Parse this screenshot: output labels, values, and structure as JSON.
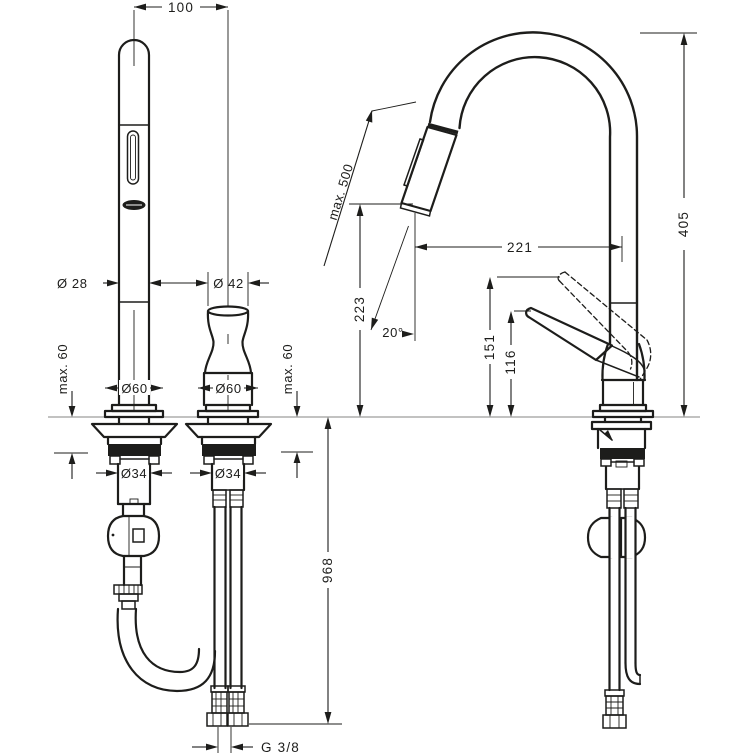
{
  "drawing": {
    "front_view": {
      "spout_spacing": "100",
      "spout_diameter": "Ø 28",
      "handle_diameter": "Ø 42",
      "spout_base_diameter": "Ø60",
      "handle_base_diameter": "Ø60",
      "spout_deck_thickness": "max. 60",
      "handle_deck_thickness": "max. 60",
      "spout_shank_diameter": "Ø34",
      "handle_shank_diameter": "Ø34",
      "hose_length": "968",
      "connection_thread": "G 3/8"
    },
    "side_view": {
      "pullout_length": "max. 500",
      "outlet_height": "223",
      "spray_angle": "20°",
      "spout_reach": "221",
      "total_height": "405",
      "handle_height_max": "151",
      "handle_height": "116"
    },
    "colors": {
      "line": "#1d1d1b",
      "deck_line": "#9d9d9c",
      "background": "#ffffff"
    }
  }
}
